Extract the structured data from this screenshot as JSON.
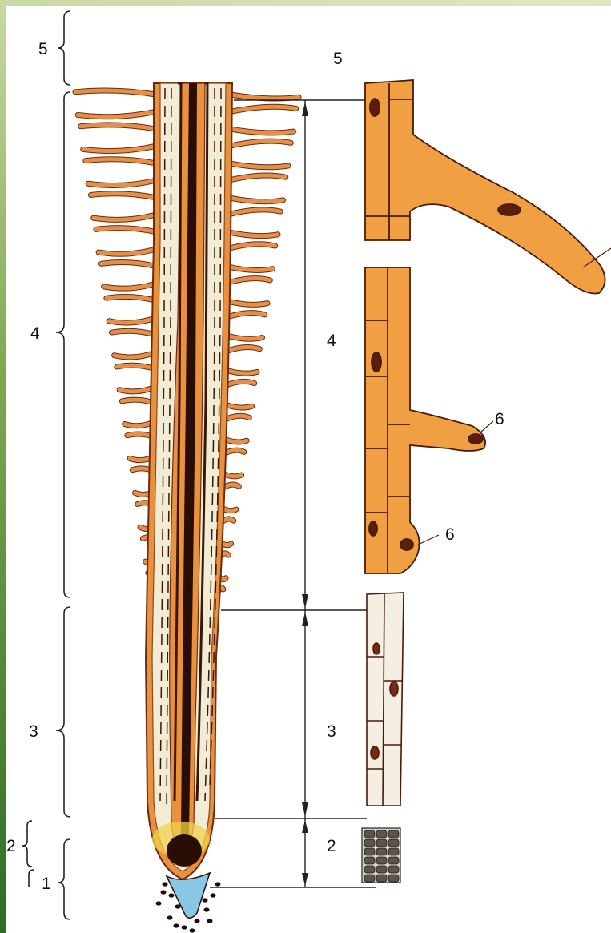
{
  "labels": {
    "left_zone_5": "5",
    "left_zone_4": "4",
    "left_zone_3": "3",
    "left_zone_2": "2",
    "left_zone_1": "1",
    "mid_zone_5": "5",
    "mid_zone_4": "4",
    "mid_zone_3": "3",
    "mid_zone_2": "2",
    "hair_6_upper": "6",
    "hair_6_lower": "6"
  },
  "colors": {
    "root_tissue": "#e9913d",
    "root_outline": "#6b2a10",
    "root_hair": "#e49048",
    "root_core": "#2a0d05",
    "root_pale": "#f3ecd5",
    "root_cap": "#8ac6e6",
    "cell_fill": "#f0a043",
    "nucleus": "#5a1e0e",
    "frame_green": "#2f6d22"
  }
}
